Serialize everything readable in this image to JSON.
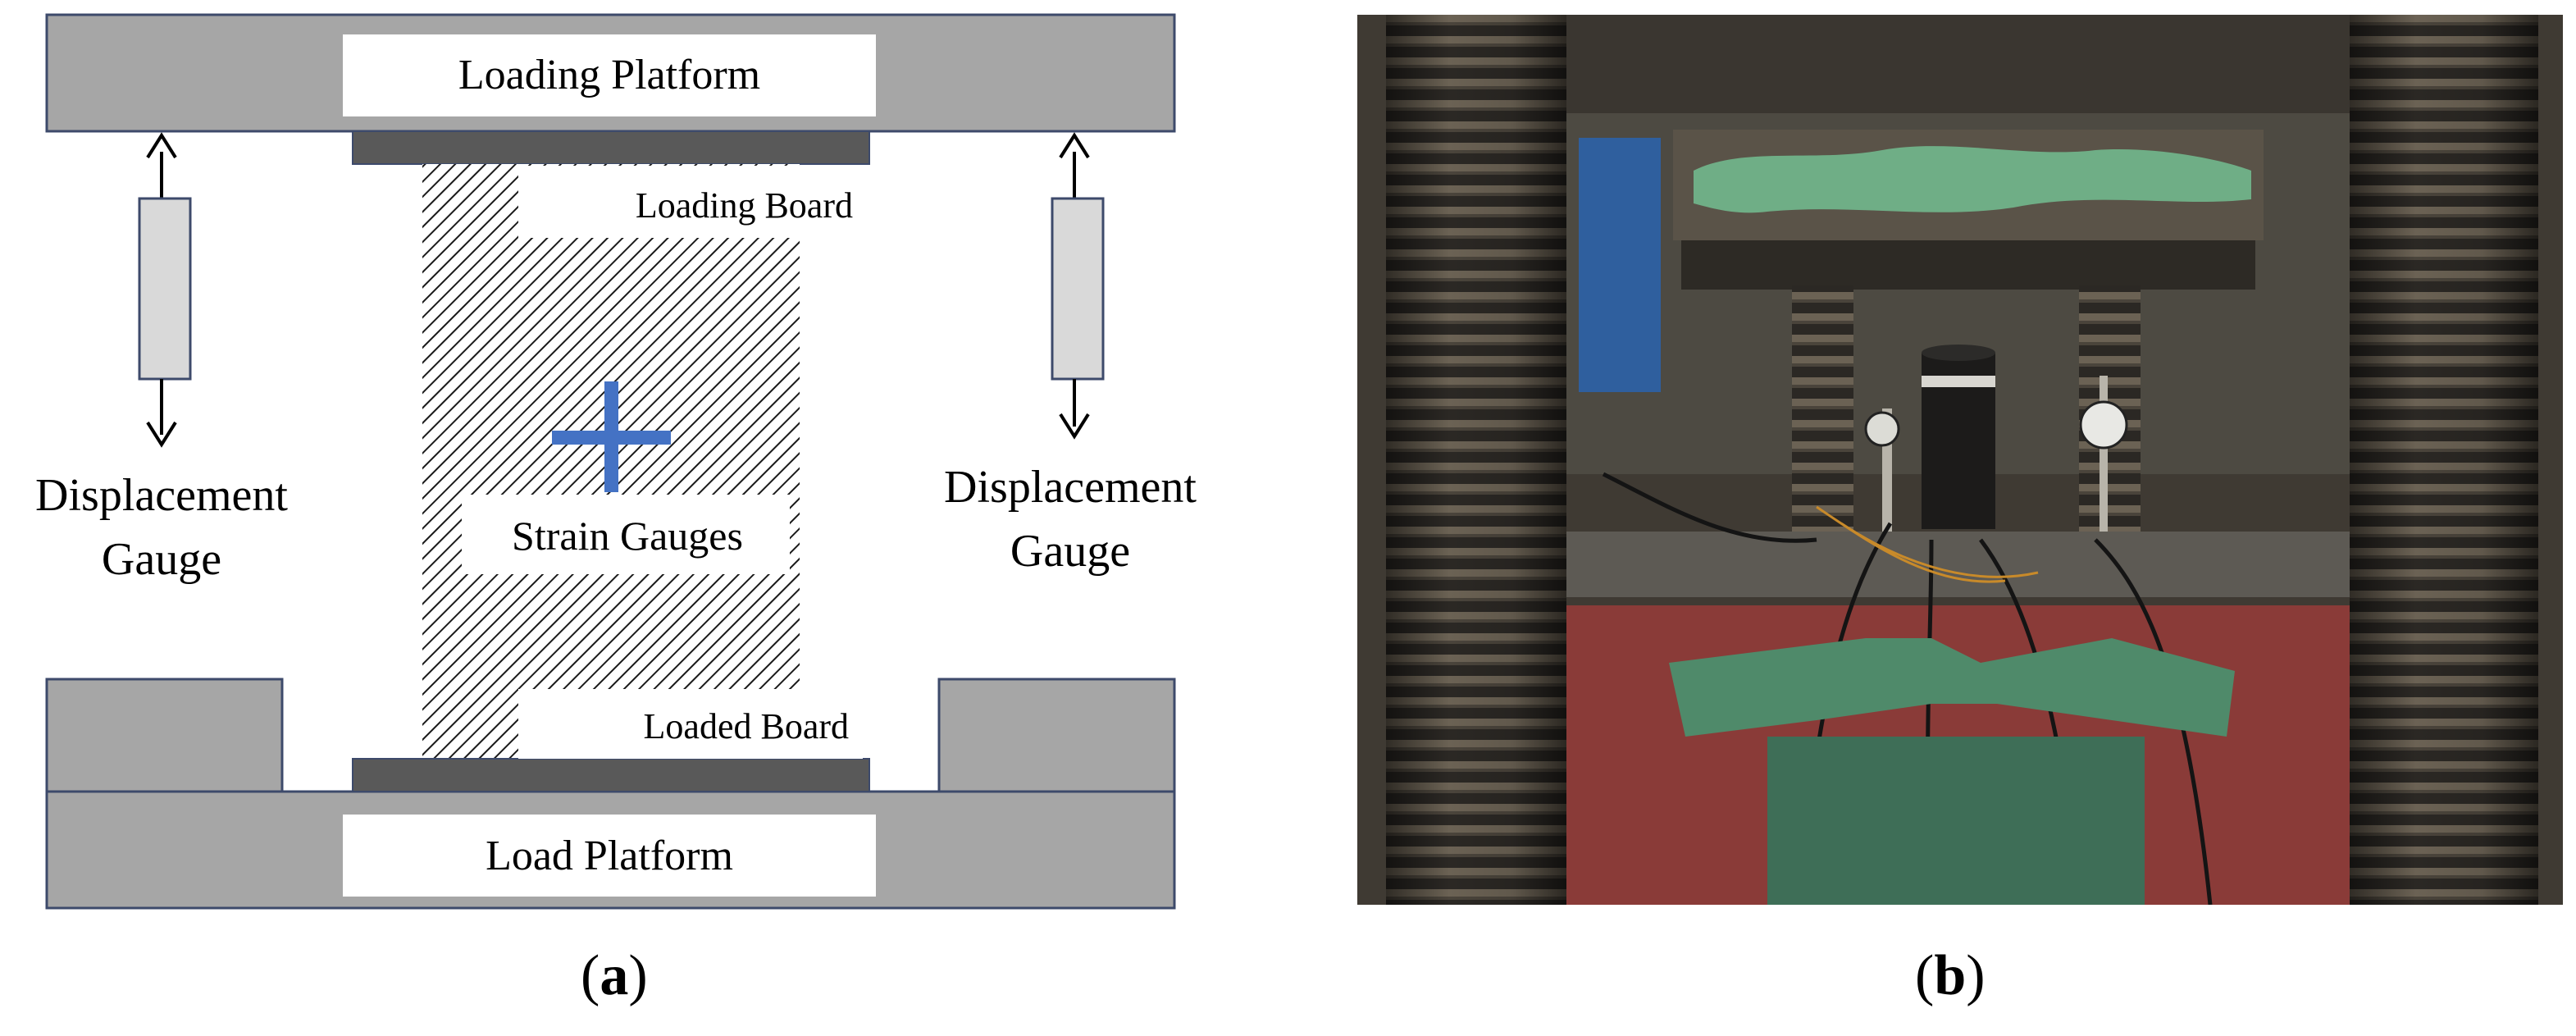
{
  "panel_a": {
    "loading_platform_label": "Loading Platform",
    "loading_board_label": "Loading Board",
    "strain_gauges_label": "Strain Gauges",
    "loaded_board_label": "Loaded Board",
    "load_platform_label": "Load Platform",
    "left_gauge_line1": "Displacement",
    "left_gauge_line2": "Gauge",
    "right_gauge_line1": "Displacement",
    "right_gauge_line2": "Gauge",
    "caption_open": "(",
    "caption_letter": "a",
    "caption_close": ")"
  },
  "panel_b": {
    "caption_open": "(",
    "caption_letter": "b",
    "caption_close": ")"
  },
  "colors": {
    "platform_fill": "#a6a6a6",
    "board_fill": "#595959",
    "gauge_fill": "#d9d9d9",
    "strain_gauge": "#4472c4",
    "outline": "#3d4a6b"
  }
}
